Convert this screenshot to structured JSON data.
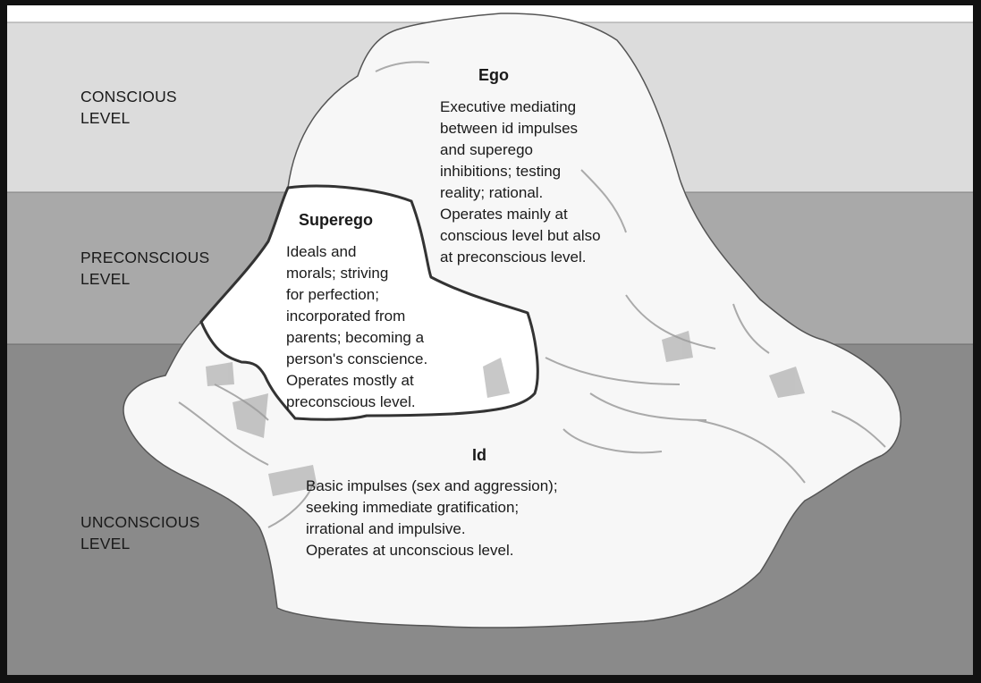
{
  "levels": {
    "conscious": [
      "CONSCIOUS",
      "LEVEL"
    ],
    "preconscious": [
      "PRECONSCIOUS",
      "LEVEL"
    ],
    "unconscious": [
      "UNCONSCIOUS",
      "LEVEL"
    ]
  },
  "ego": {
    "title": "Ego",
    "lines": [
      "Executive mediating",
      "between id impulses",
      "and superego",
      "inhibitions; testing",
      "reality; rational.",
      "Operates mainly at",
      "conscious level but also",
      "at preconscious level."
    ]
  },
  "superego": {
    "title": "Superego",
    "lines": [
      "Ideals and",
      "morals; striving",
      "for perfection;",
      "incorporated from",
      "parents; becoming a",
      "person's conscience.",
      "Operates mostly at",
      "preconscious level."
    ]
  },
  "id": {
    "title": "Id",
    "lines": [
      "Basic impulses (sex and aggression);",
      "seeking immediate gratification;",
      "irrational and impulsive.",
      "Operates at unconscious level."
    ]
  },
  "colors": {
    "conscious_band": "#dcdcdc",
    "preconscious_band": "#a9a9a9",
    "unconscious_band": "#8a8a8a",
    "iceberg": "#f7f7f7",
    "outline": "#333333"
  }
}
